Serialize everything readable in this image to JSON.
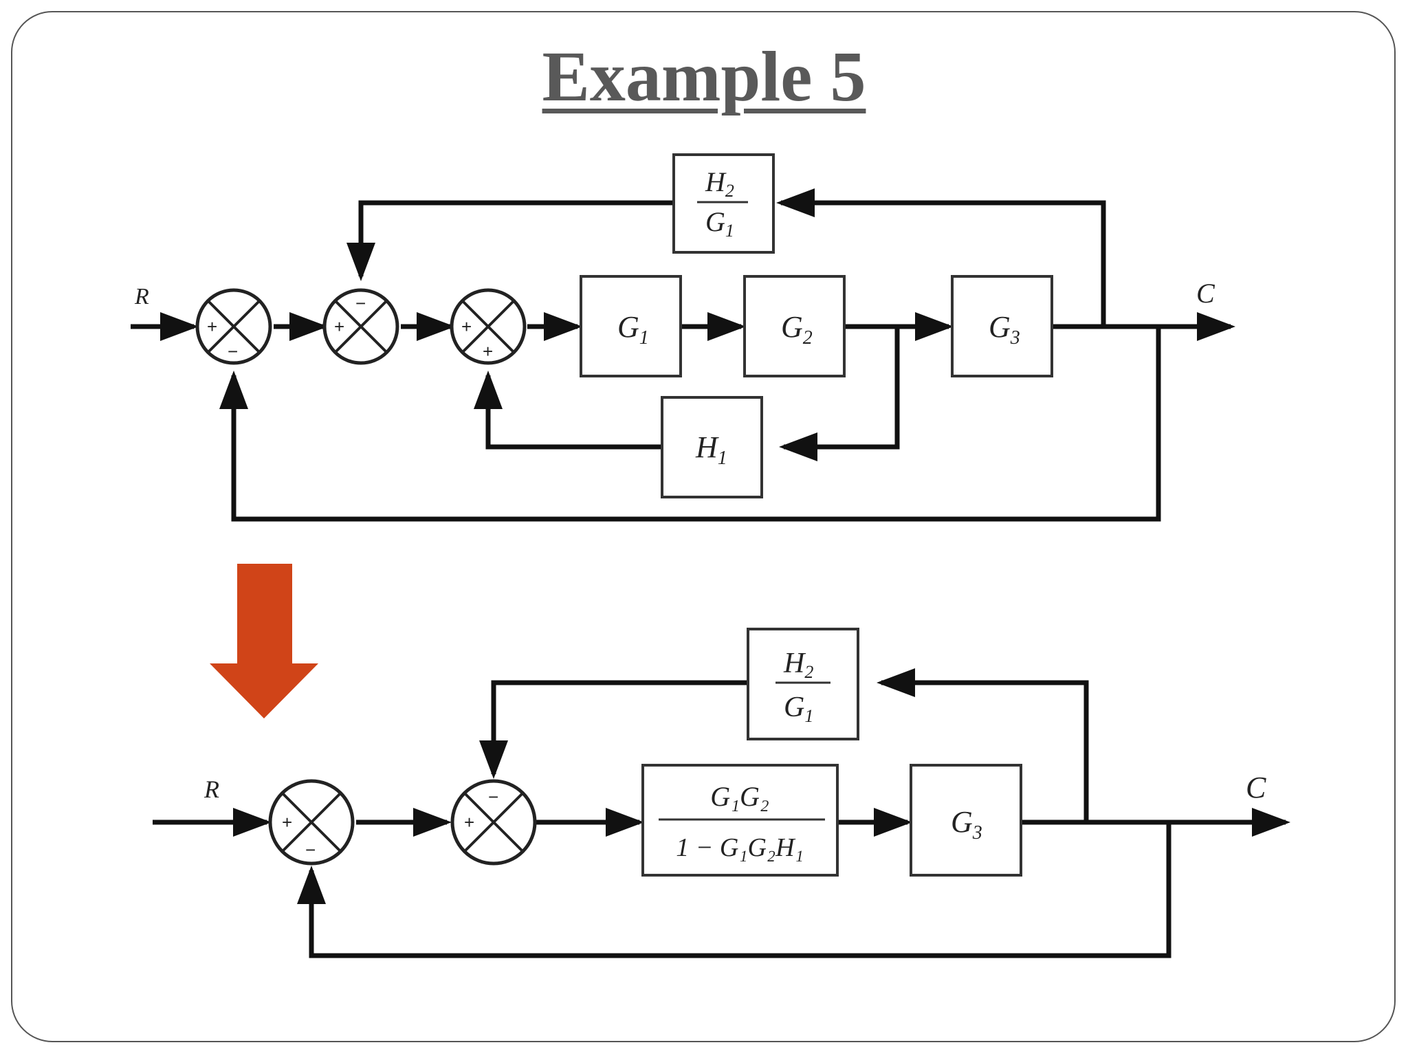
{
  "slide": {
    "title": "Example 5"
  },
  "top_diagram": {
    "input_label": "R",
    "output_label": "C",
    "blocks": {
      "g1": "G",
      "g1_sub": "1",
      "g2": "G",
      "g2_sub": "2",
      "g3": "G",
      "g3_sub": "3",
      "h1": "H",
      "h1_sub": "1",
      "h2g1_num": "H",
      "h2g1_num_sub": "2",
      "h2g1_den": "G",
      "h2g1_den_sub": "1"
    },
    "sum1_signs": [
      "+",
      "−"
    ],
    "sum2_signs": [
      "+",
      "−"
    ],
    "sum3_signs": [
      "+",
      "+"
    ]
  },
  "bottom_diagram": {
    "input_label": "R",
    "output_label": "C",
    "blocks": {
      "combined_num": "G₁G₂",
      "combined_den": "1 − G₁G₂H₁",
      "g3": "G",
      "g3_sub": "3",
      "h2g1_num": "H",
      "h2g1_num_sub": "2",
      "h2g1_den": "G",
      "h2g1_den_sub": "1"
    },
    "sum1_signs": [
      "+",
      "−"
    ],
    "sum2_signs": [
      "+",
      "−"
    ]
  },
  "colors": {
    "arrow": "#D04418",
    "title": "#595959"
  }
}
